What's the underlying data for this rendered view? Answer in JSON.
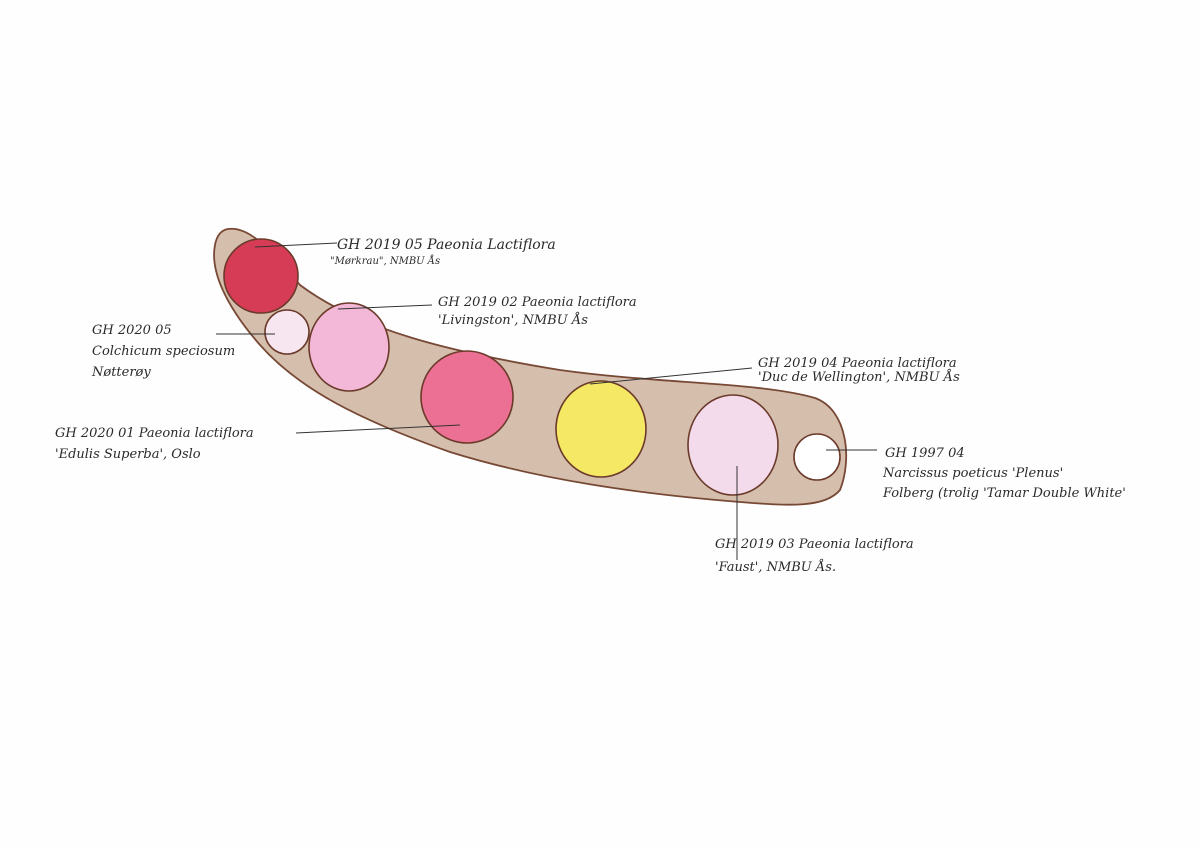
{
  "plan": {
    "bed_color": "#d9c2b0",
    "bed_outline_color": "#7a4a35",
    "plants": [
      {
        "id": "gh-2019-05",
        "line1": "GH 2019 05 Paeonia Lactiflora",
        "line2": "\"Mørkrau\", NMBU Ås",
        "color": "#d63c55"
      },
      {
        "id": "gh-2020-05",
        "line1": "GH 2020 05",
        "line2": "Colchicum speciosum",
        "line3": "Nøtterøy",
        "color": "#f7e6ef"
      },
      {
        "id": "gh-2019-02",
        "line1": "GH 2019 02 Paeonia lactiflora",
        "line2": "'Livingston', NMBU Ås",
        "color": "#f3b8d8"
      },
      {
        "id": "gh-2020-01",
        "line1": "GH 2020 01 Paeonia lactiflora",
        "line2": "'Edulis Superba', Oslo",
        "color": "#ec7093"
      },
      {
        "id": "gh-2019-04",
        "line1": "GH 2019 04 Paeonia lactiflora",
        "line2": "'Duc de Wellington', NMBU Ås",
        "color": "#f5e865"
      },
      {
        "id": "gh-2019-03",
        "line1": "GH 2019 03 Paeonia lactiflora",
        "line2": "'Faust', NMBU Ås.",
        "color": "#f4dbeb"
      },
      {
        "id": "gh-1997-04",
        "line1": "GH 1997 04",
        "line2": "Narcissus poeticus 'Plenus'",
        "line3": "Folberg (trolig 'Tamar Double White'",
        "color": "#ffffff"
      }
    ]
  }
}
